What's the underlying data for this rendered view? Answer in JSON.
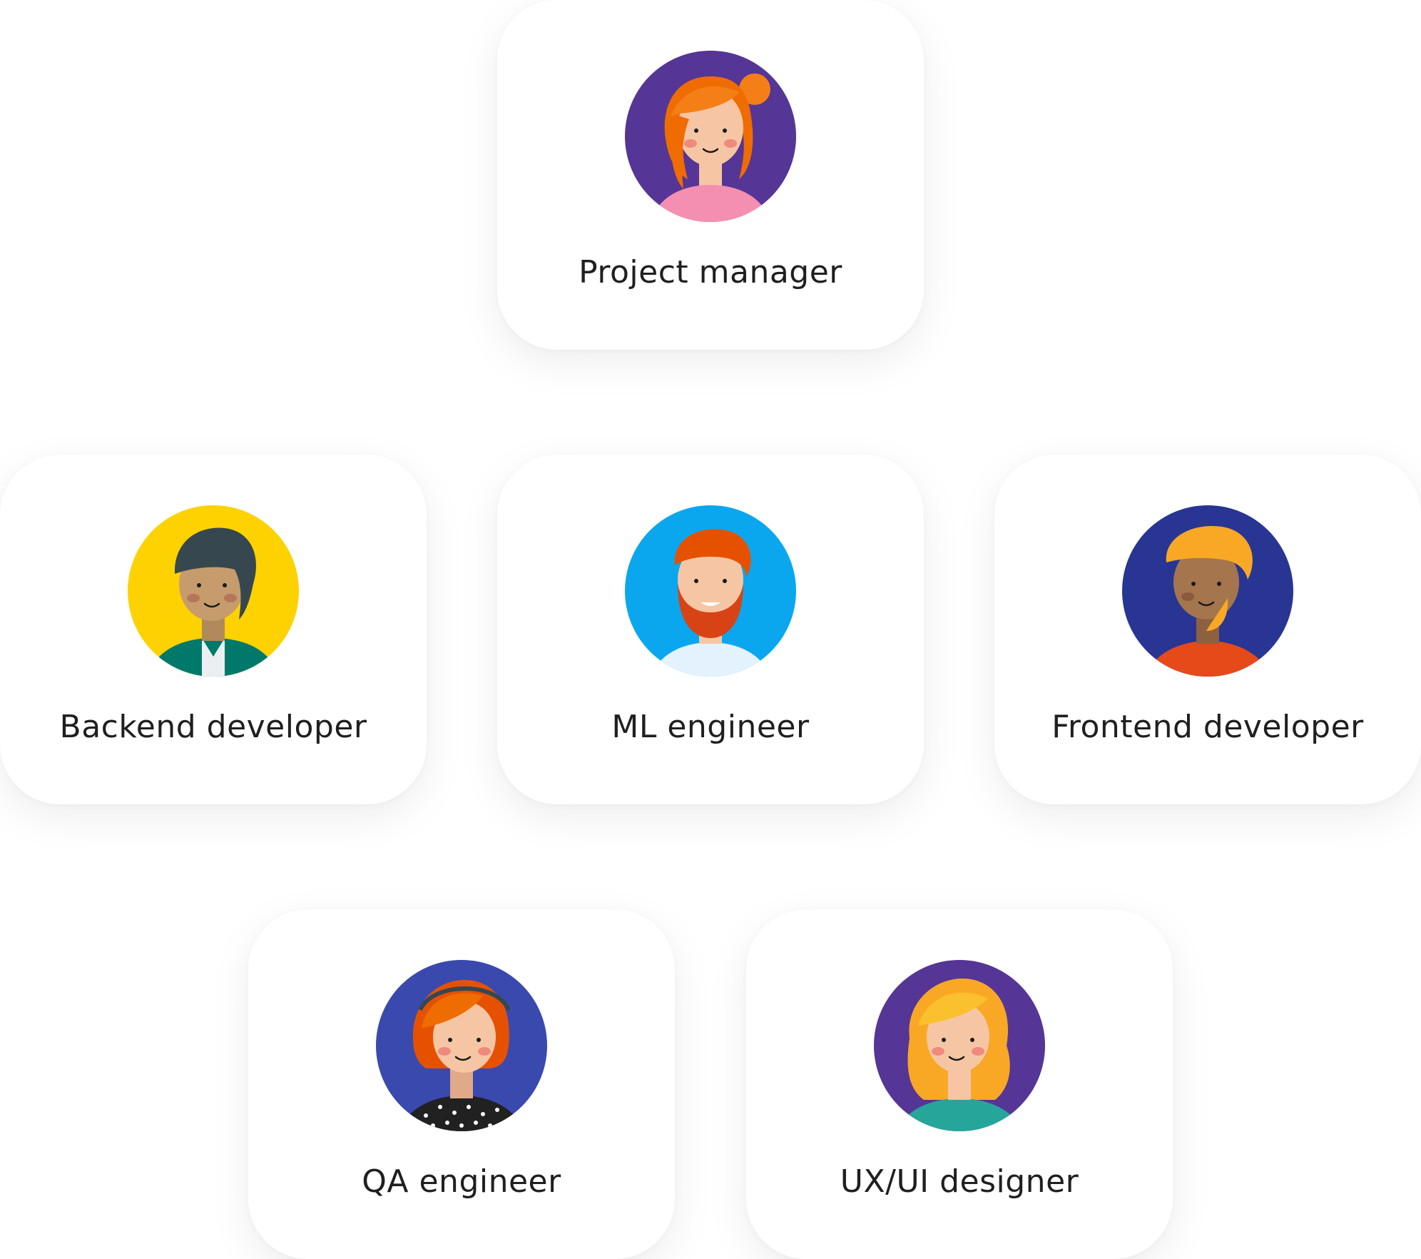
{
  "roles": {
    "project_manager": "Project manager",
    "backend_developer": "Backend developer",
    "ml_engineer": "ML engineer",
    "frontend_developer": "Frontend developer",
    "qa_engineer": "QA engineer",
    "ux_ui_designer": "UX/UI designer"
  },
  "icons": {
    "project_manager": "woman-orange-hair-bun-avatar-icon",
    "backend_developer": "man-dark-hair-green-jacket-avatar-icon",
    "ml_engineer": "man-red-beard-avatar-icon",
    "frontend_developer": "man-orange-curly-hair-avatar-icon",
    "qa_engineer": "woman-headset-avatar-icon",
    "ux_ui_designer": "woman-blonde-hair-avatar-icon"
  },
  "colors": {
    "project_manager_bg": "#553595",
    "backend_developer_bg": "#FDD200",
    "ml_engineer_bg": "#0AA7EE",
    "frontend_developer_bg": "#283593",
    "qa_engineer_bg": "#3A49AE",
    "ux_ui_designer_bg": "#553595"
  }
}
